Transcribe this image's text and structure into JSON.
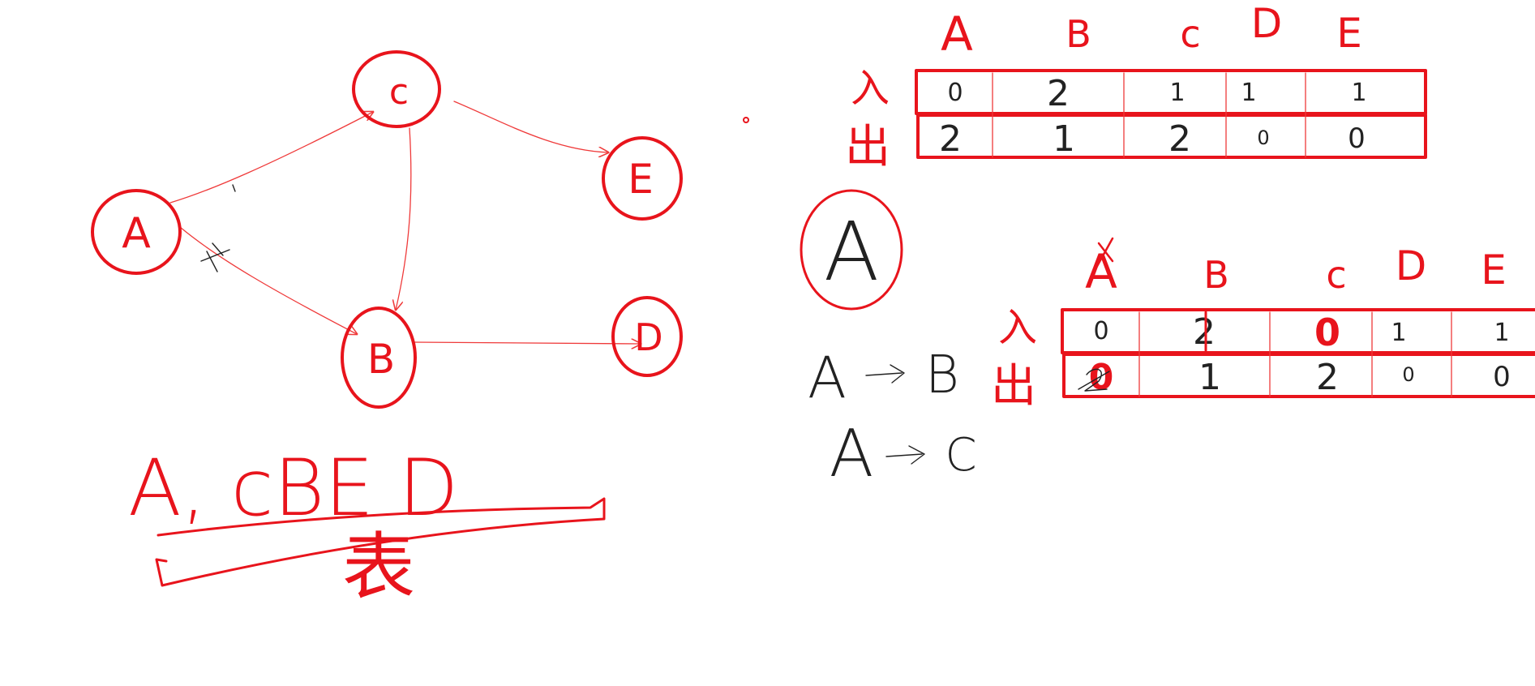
{
  "graph": {
    "nodes": [
      {
        "id": "A",
        "label": "A"
      },
      {
        "id": "C",
        "label": "c"
      },
      {
        "id": "E",
        "label": "E"
      },
      {
        "id": "B",
        "label": "B"
      },
      {
        "id": "D",
        "label": "D"
      }
    ],
    "edges": [
      {
        "from": "A",
        "to": "C"
      },
      {
        "from": "A",
        "to": "B"
      },
      {
        "from": "C",
        "to": "E"
      },
      {
        "from": "C",
        "to": "B"
      },
      {
        "from": "B",
        "to": "D"
      }
    ],
    "order_text": "A, cBE  D",
    "underline_note": "表"
  },
  "table1": {
    "col_headers": [
      "A",
      "B",
      "c",
      "D",
      "E"
    ],
    "row_headers": [
      "入",
      "出"
    ],
    "rows": [
      [
        "0",
        "2",
        "1",
        "1",
        "1"
      ],
      [
        "2",
        "1",
        "2",
        "0",
        "0"
      ]
    ]
  },
  "circled_node": {
    "label": "A"
  },
  "table2": {
    "col_headers": [
      "A",
      "B",
      "c",
      "D",
      "E"
    ],
    "row_headers": [
      "入",
      "出"
    ],
    "rows": [
      [
        "0",
        "2",
        "0",
        "1",
        "1"
      ],
      [
        "0",
        "1",
        "2",
        "0",
        "0"
      ]
    ]
  },
  "notes": [
    {
      "from": "A",
      "to": "B"
    },
    {
      "from": "A",
      "to": "C"
    }
  ],
  "colors": {
    "ink_red": "#e8141c",
    "ink_black": "#222222",
    "background": "#ffffff"
  }
}
